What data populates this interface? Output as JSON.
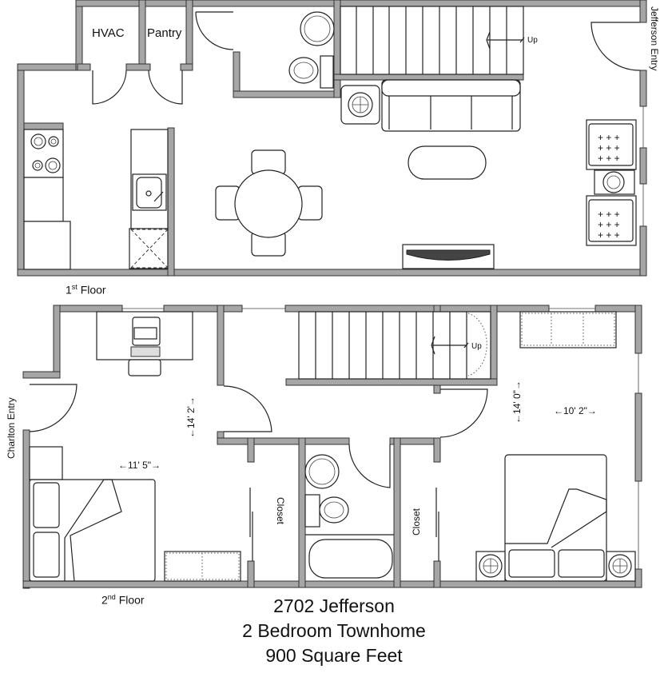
{
  "plan": {
    "floor1": {
      "label_num": "1",
      "label_sup": "st",
      "label_text": " Floor",
      "rooms": {
        "hvac": "HVAC",
        "pantry": "Pantry"
      },
      "stairs_label": "Up",
      "entry_label": "Jefferson Entry"
    },
    "floor2": {
      "label_num": "2",
      "label_sup": "nd",
      "label_text": " Floor",
      "entry_label": "Charlton Entry",
      "stairs_label": "Up",
      "bedroom1": {
        "width": "←11' 5\"→",
        "depth": "←14' 2'→"
      },
      "bedroom2": {
        "width": "←10' 2\"→",
        "depth": "←14' 0\"→"
      },
      "closet1": "Closet",
      "closet2": "Closet"
    },
    "colors": {
      "wall": "#a6a6a6",
      "line": "#222222",
      "background": "#ffffff"
    }
  },
  "title": {
    "address": "2702 Jefferson",
    "type": "2 Bedroom Townhome",
    "area": "900 Square Feet"
  }
}
